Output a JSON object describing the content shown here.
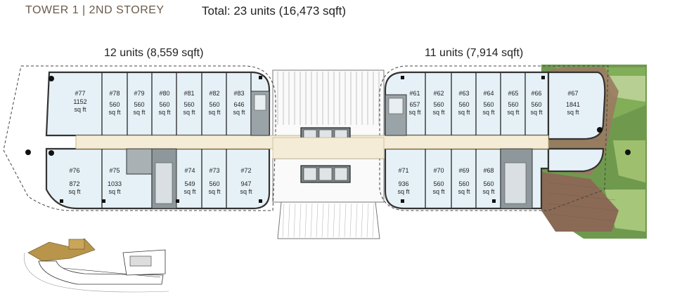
{
  "header": {
    "tower": "TOWER  1 | 2ND STOREY",
    "total": "Total: 23 units (16,473 sqft)"
  },
  "wings": {
    "left_summary": "12 units (8,559 sqft)",
    "right_summary": "11 units (7,914 sqft)"
  },
  "unit_area_suffix": "sq ft",
  "units": [
    {
      "id": "#77",
      "area": "1152"
    },
    {
      "id": "#78",
      "area": "560"
    },
    {
      "id": "#79",
      "area": "560"
    },
    {
      "id": "#80",
      "area": "560"
    },
    {
      "id": "#81",
      "area": "560"
    },
    {
      "id": "#82",
      "area": "560"
    },
    {
      "id": "#83",
      "area": "646"
    },
    {
      "id": "#76",
      "area": "872"
    },
    {
      "id": "#75",
      "area": "1033"
    },
    {
      "id": "#74",
      "area": "549"
    },
    {
      "id": "#73",
      "area": "560"
    },
    {
      "id": "#72",
      "area": "947"
    },
    {
      "id": "#61",
      "area": "657"
    },
    {
      "id": "#62",
      "area": "560"
    },
    {
      "id": "#63",
      "area": "560"
    },
    {
      "id": "#64",
      "area": "560"
    },
    {
      "id": "#65",
      "area": "560"
    },
    {
      "id": "#66",
      "area": "560"
    },
    {
      "id": "#67",
      "area": "1841"
    },
    {
      "id": "#71",
      "area": "936"
    },
    {
      "id": "#70",
      "area": "560"
    },
    {
      "id": "#69",
      "area": "560"
    },
    {
      "id": "#68",
      "area": "560"
    }
  ],
  "colors": {
    "unit_fill": "#e6f1f7",
    "corridor": "#f4ecd6",
    "outline": "#333333",
    "deck": "#8a6a55",
    "greenery": "#6f9a4e",
    "site_block": "#b8954a"
  }
}
